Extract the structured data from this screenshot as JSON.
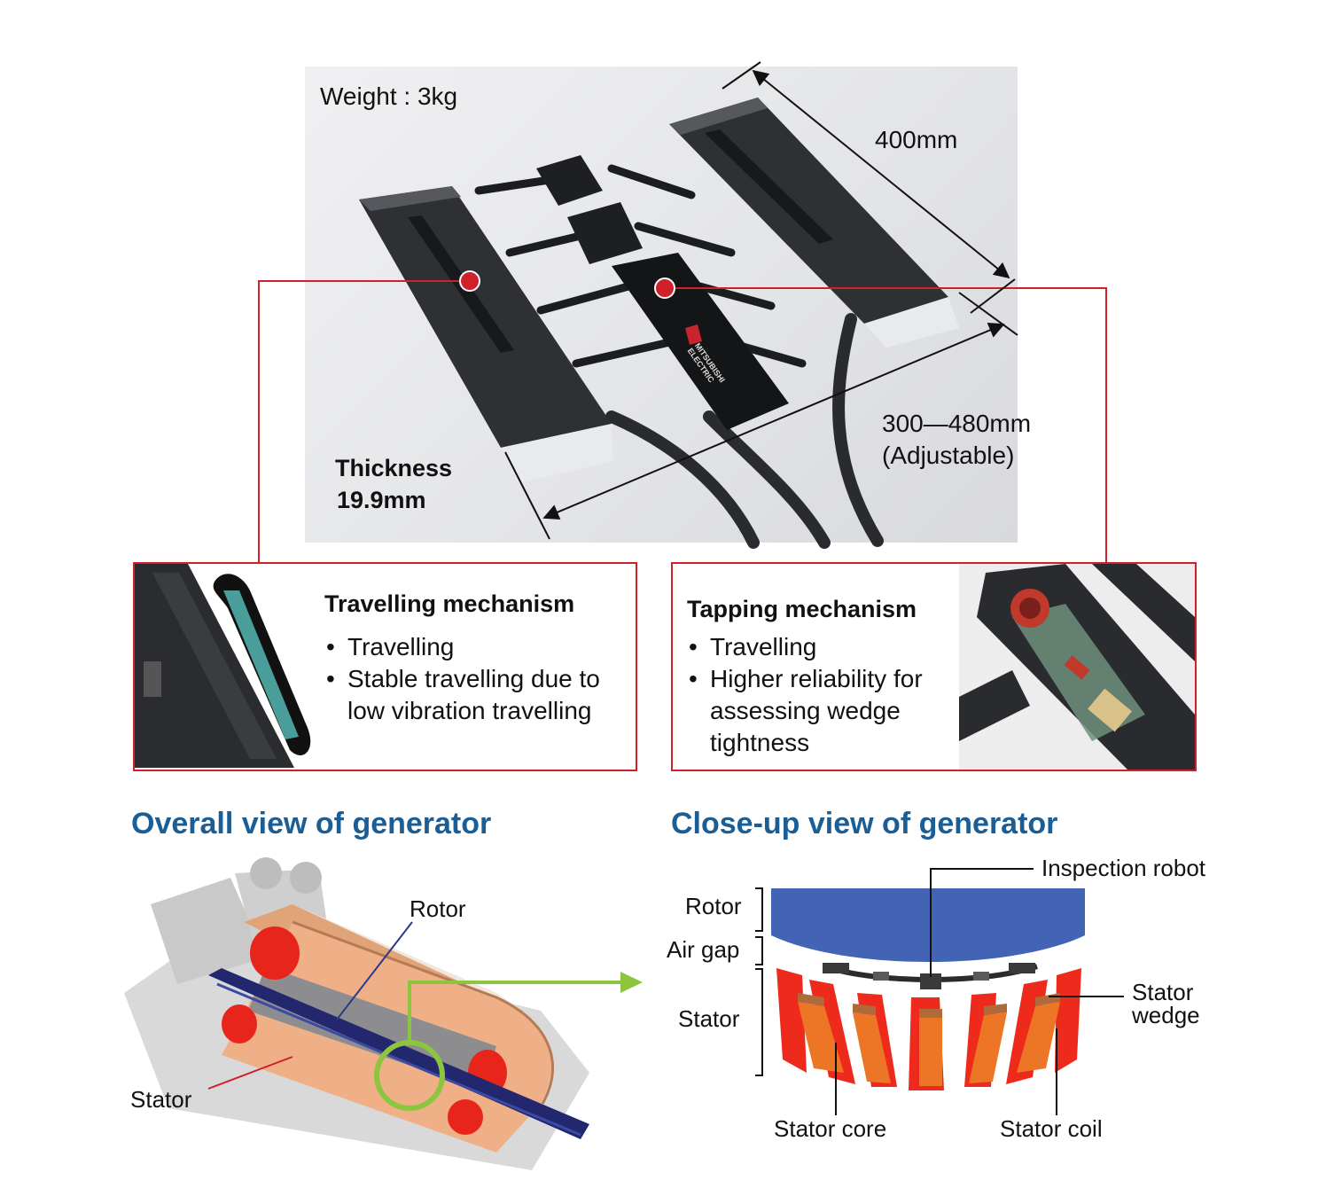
{
  "robot": {
    "weight": "Weight : 3kg",
    "length": "400mm",
    "width_range": "300—480mm",
    "width_note": "(Adjustable)",
    "thickness_label": "Thickness",
    "thickness_value": "19.9mm",
    "logo_text": "MITSUBISHI ELECTRIC"
  },
  "travelling_box": {
    "title": "Travelling mechanism",
    "bullets": [
      "Travelling",
      "Stable travelling due to low vibration travelling"
    ]
  },
  "tapping_box": {
    "title": "Tapping mechanism",
    "bullets": [
      "Travelling",
      "Higher reliability for assessing wedge tightness"
    ]
  },
  "overall_view": {
    "title": "Overall view of generator",
    "rotor_label": "Rotor",
    "stator_label": "Stator"
  },
  "closeup_view": {
    "title": "Close-up view of generator",
    "inspection_robot": "Inspection robot",
    "rotor": "Rotor",
    "air_gap": "Air gap",
    "stator": "Stator",
    "stator_wedge_1": "Stator",
    "stator_wedge_2": "wedge",
    "stator_core": "Stator core",
    "stator_coil": "Stator coil"
  },
  "colors": {
    "callout_red": "#d0202a",
    "title_blue": "#1b5e96",
    "rotor_blue": "#4363b4",
    "stator_red": "#ee2a1c",
    "coil_orange": "#ec7626",
    "wedge_brown": "#b06a3a",
    "arrow_green": "#8cc63f"
  }
}
